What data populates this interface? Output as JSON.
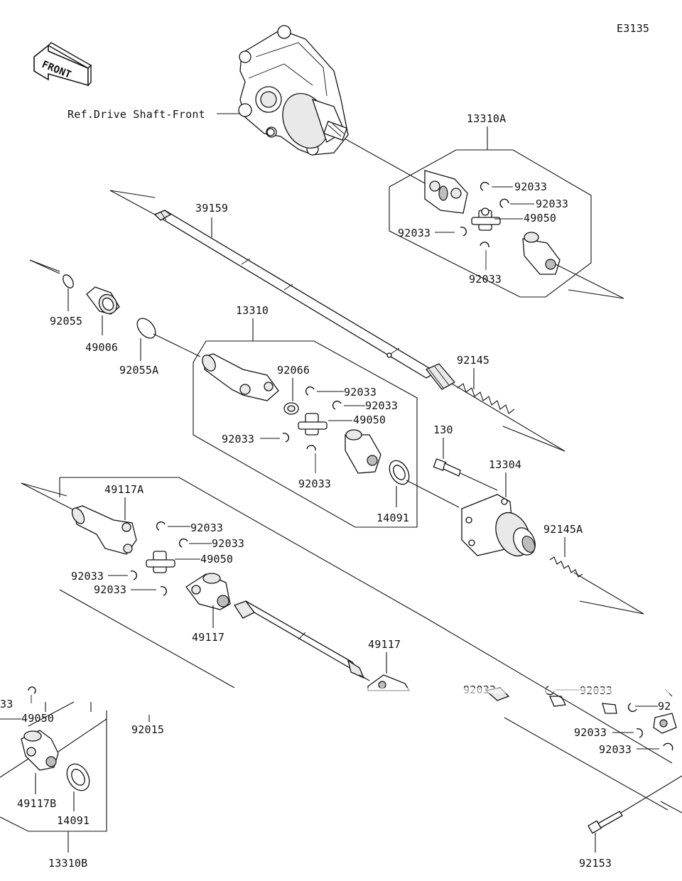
{
  "diagram_code": "E3135",
  "front_label": "FRONT",
  "ref_label": "Ref.Drive Shaft-Front",
  "parts": {
    "p13310A": "13310A",
    "p39159": "39159",
    "p92055": "92055",
    "p49006": "49006",
    "p92055A": "92055A",
    "p13310": "13310",
    "p92066": "92066",
    "p92145": "92145",
    "p130": "130",
    "p13304": "13304",
    "p92145A": "92145A",
    "p14091": "14091",
    "p49117A": "49117A",
    "p49117": "49117",
    "p49117_b": "49117",
    "p92015": "92015",
    "p49117B": "49117B",
    "p14091_b": "14091",
    "p13310B": "13310B",
    "p92153": "92153",
    "p49050": "49050",
    "p92033": "92033",
    "p33": "33",
    "p92033_partial": "92033",
    "p92_partial": "92"
  }
}
